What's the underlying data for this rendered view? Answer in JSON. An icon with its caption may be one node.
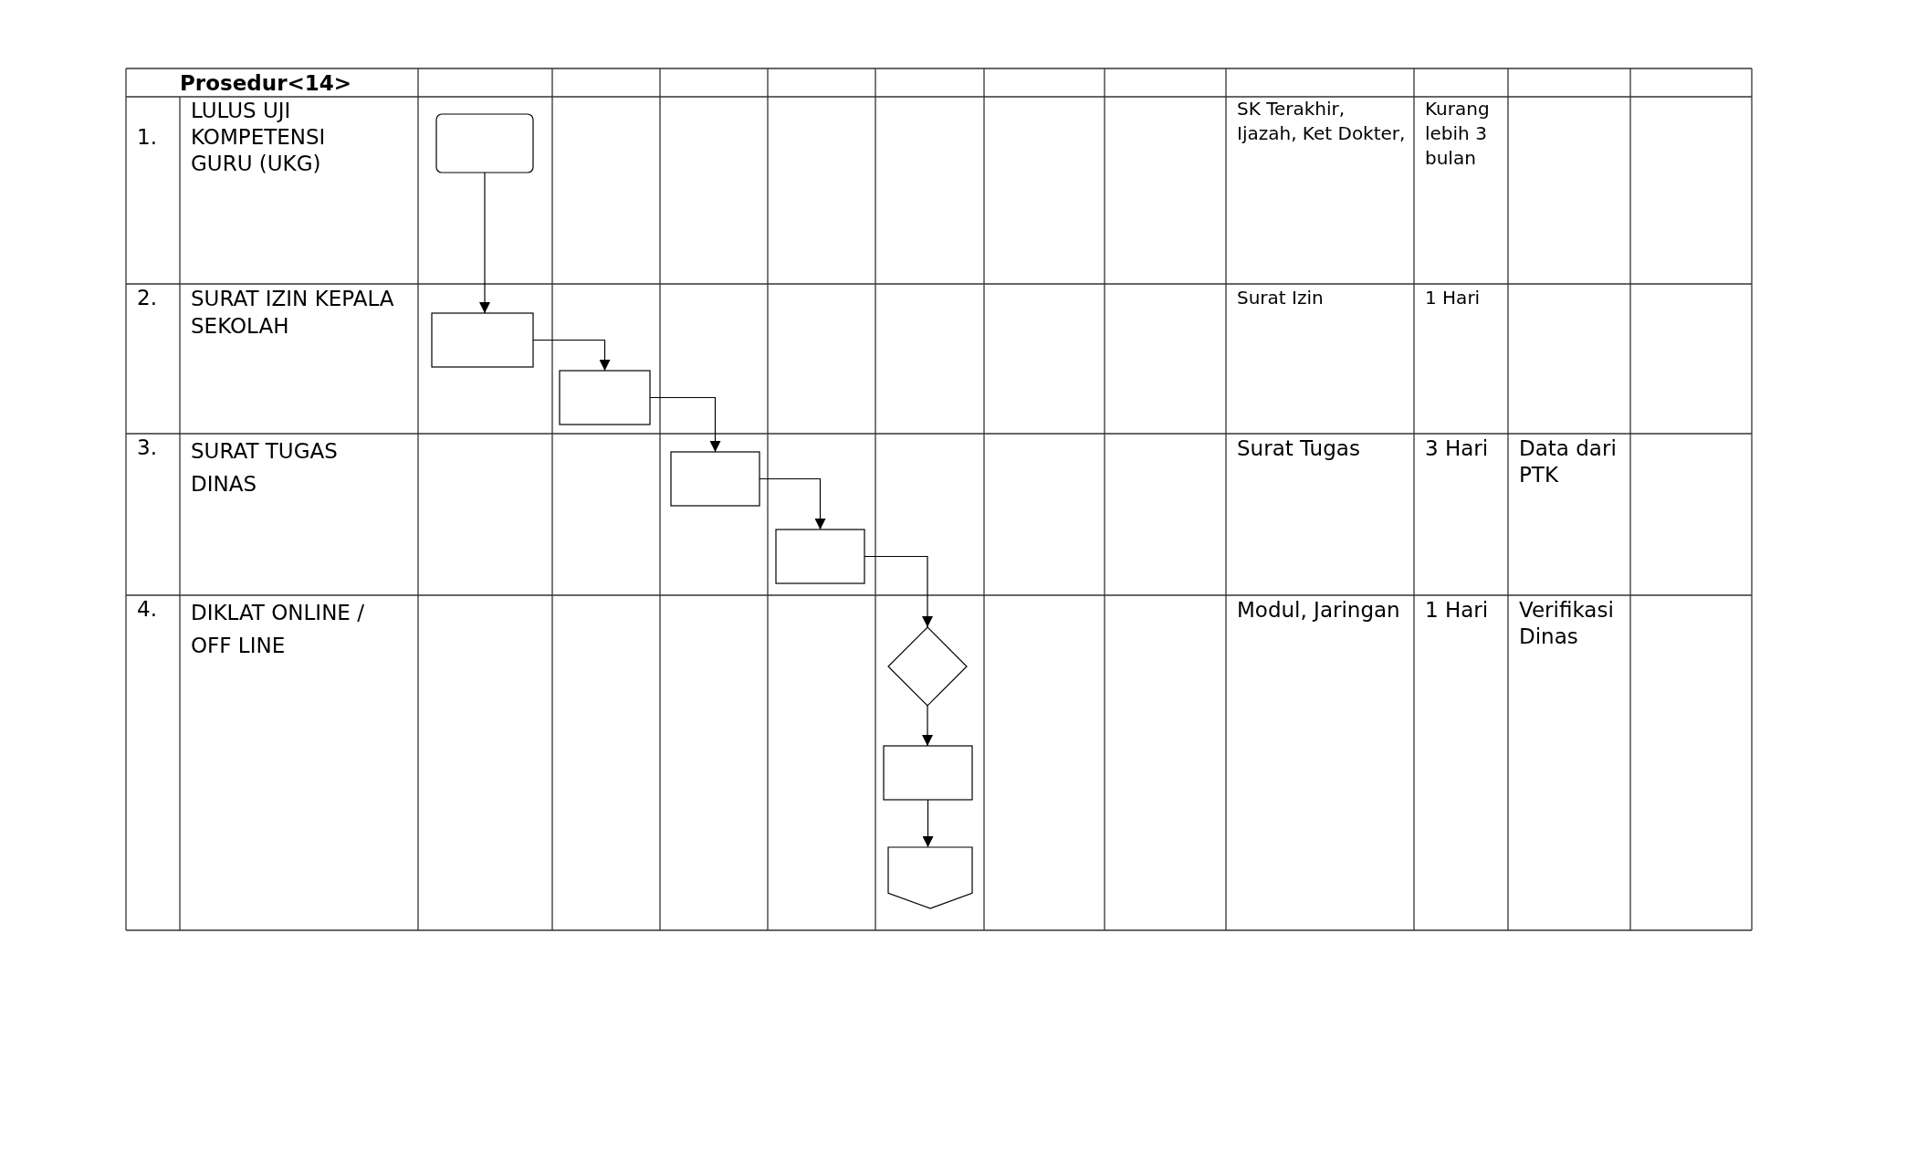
{
  "diagram": {
    "nodes": [
      {
        "text": [],
        "shape": "rounded"
      },
      {
        "text": [],
        "shape": "box"
      },
      {
        "text": [],
        "shape": "box"
      },
      {
        "text": [],
        "shape": "box"
      },
      {
        "text": [],
        "shape": "box"
      },
      {
        "text": [],
        "shape": "diamond"
      },
      {
        "text": [],
        "shape": "box"
      },
      {
        "text": [],
        "shape": "pentagon"
      }
    ],
    "edges": [
      {
        "from": 0,
        "to": 1,
        "arrow": "to"
      },
      {
        "from": 1,
        "to": 2,
        "arrow": "to"
      },
      {
        "from": 2,
        "to": 3,
        "arrow": "to"
      },
      {
        "from": 3,
        "to": 4,
        "arrow": "to"
      },
      {
        "from": 4,
        "to": 5,
        "arrow": "to"
      },
      {
        "from": 5,
        "to": 6,
        "arrow": "to"
      },
      {
        "from": 6,
        "to": 7,
        "arrow": "to"
      }
    ],
    "labels": [
      "Prosedur<14>",
      "1.",
      "LULUS UJI KOMPETENSI GURU (UKG)",
      "SK Terakhir, Ijazah, Ket Dokter,",
      "Kurang lebih 3 bulan",
      "2.",
      "SURAT IZIN KEPALA SEKOLAH",
      "Surat Izin",
      "1 Hari",
      "3.",
      "SURAT TUGAS DINAS",
      "Surat Tugas",
      "3 Hari",
      "Data dari PTK",
      "4.",
      "DIKLAT ONLINE / OFF LINE",
      "Modul, Jaringan",
      "1 Hari",
      "Verifikasi Dinas"
    ]
  }
}
